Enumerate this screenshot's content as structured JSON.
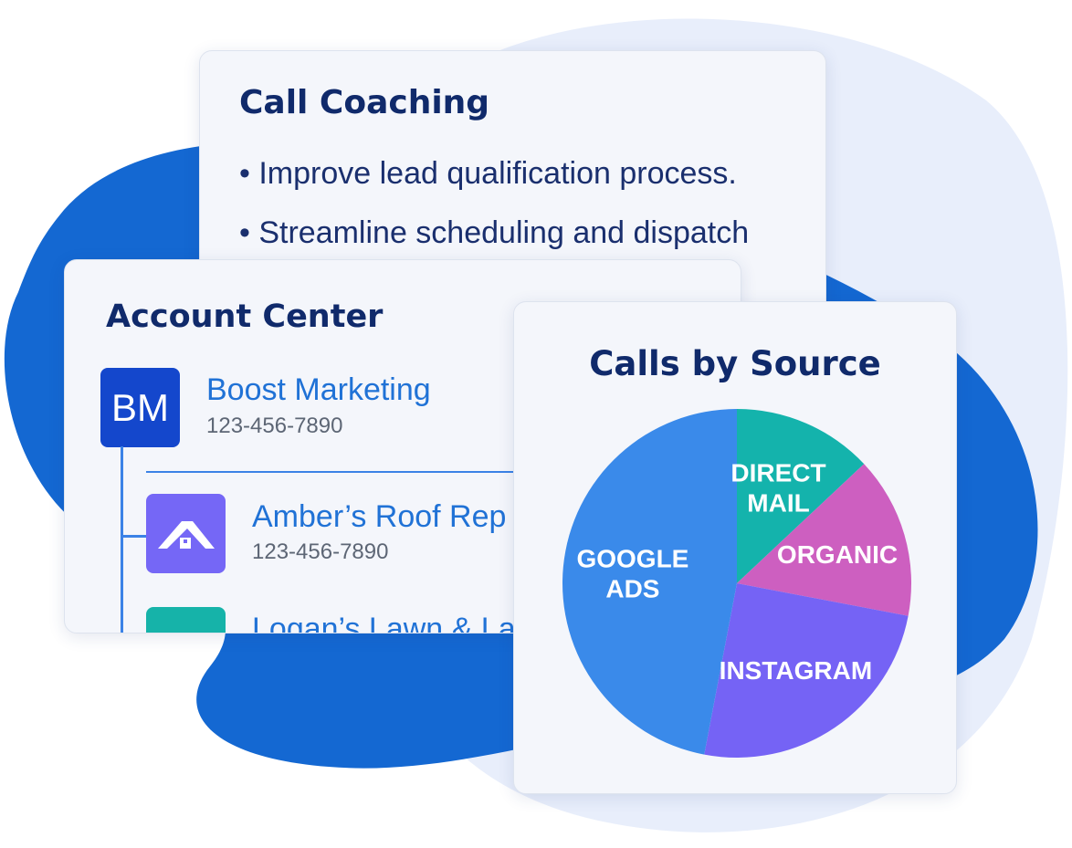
{
  "colors": {
    "light_blob": "#e8eefb",
    "dark_blob": "#1468d2",
    "navy": "#102a6b",
    "link_blue": "#2072d6"
  },
  "call_coaching": {
    "title": "Call Coaching",
    "bullets": [
      "• Improve lead qualification process.",
      "• Streamline scheduling and dispatch"
    ]
  },
  "account_center": {
    "title": "Account Center",
    "parent": {
      "initials": "BM",
      "name": "Boost Marketing",
      "phone": "123-456-7890"
    },
    "children": [
      {
        "name": "Amber’s Roof Rep",
        "phone": "123-456-7890",
        "icon": "house-roof-icon"
      },
      {
        "name": "Logan’s Lawn & La",
        "icon": "lawn-icon"
      }
    ]
  },
  "calls_by_source": {
    "title": "Calls by Source"
  },
  "chart_data": {
    "type": "pie",
    "title": "Calls by Source",
    "slices": [
      {
        "label": "DIRECT MAIL",
        "lines": [
          "DIRECT",
          "MAIL"
        ],
        "value": 13,
        "color": "#14b3ac"
      },
      {
        "label": "ORGANIC",
        "lines": [
          "ORGANIC"
        ],
        "value": 15,
        "color": "#cd5fc0"
      },
      {
        "label": "INSTAGRAM",
        "lines": [
          "INSTAGRAM"
        ],
        "value": 25,
        "color": "#7563f5"
      },
      {
        "label": "GOOGLE ADS",
        "lines": [
          "GOOGLE",
          "ADS"
        ],
        "value": 47,
        "color": "#3a8aea"
      }
    ]
  }
}
